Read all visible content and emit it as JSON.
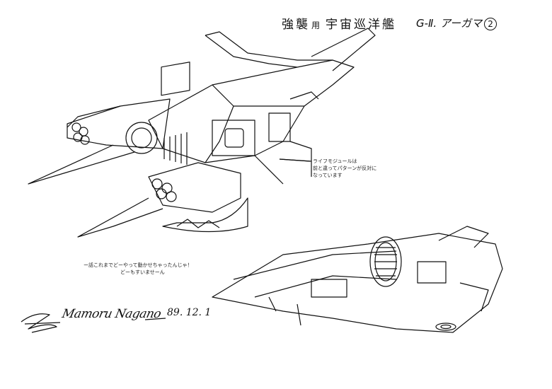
{
  "sheet": {
    "title_main_1": "強襲",
    "title_small": "用",
    "title_main_2": "宇宙巡洋艦",
    "ship_code": "G-Ⅱ. アーガマ",
    "sheet_number": "2"
  },
  "notes": {
    "life_module_line1": "ライフモジュールは",
    "life_module_line2": "前と違ってパターンが反対に",
    "life_module_line3": "なっています",
    "apology_line1": "ー話これまでどーやって動かせちゃったんじゃ！",
    "apology_line2": "どーもすいませーん"
  },
  "signature": {
    "name": "Mamoru Nagano",
    "date": "89. 12. 1"
  }
}
